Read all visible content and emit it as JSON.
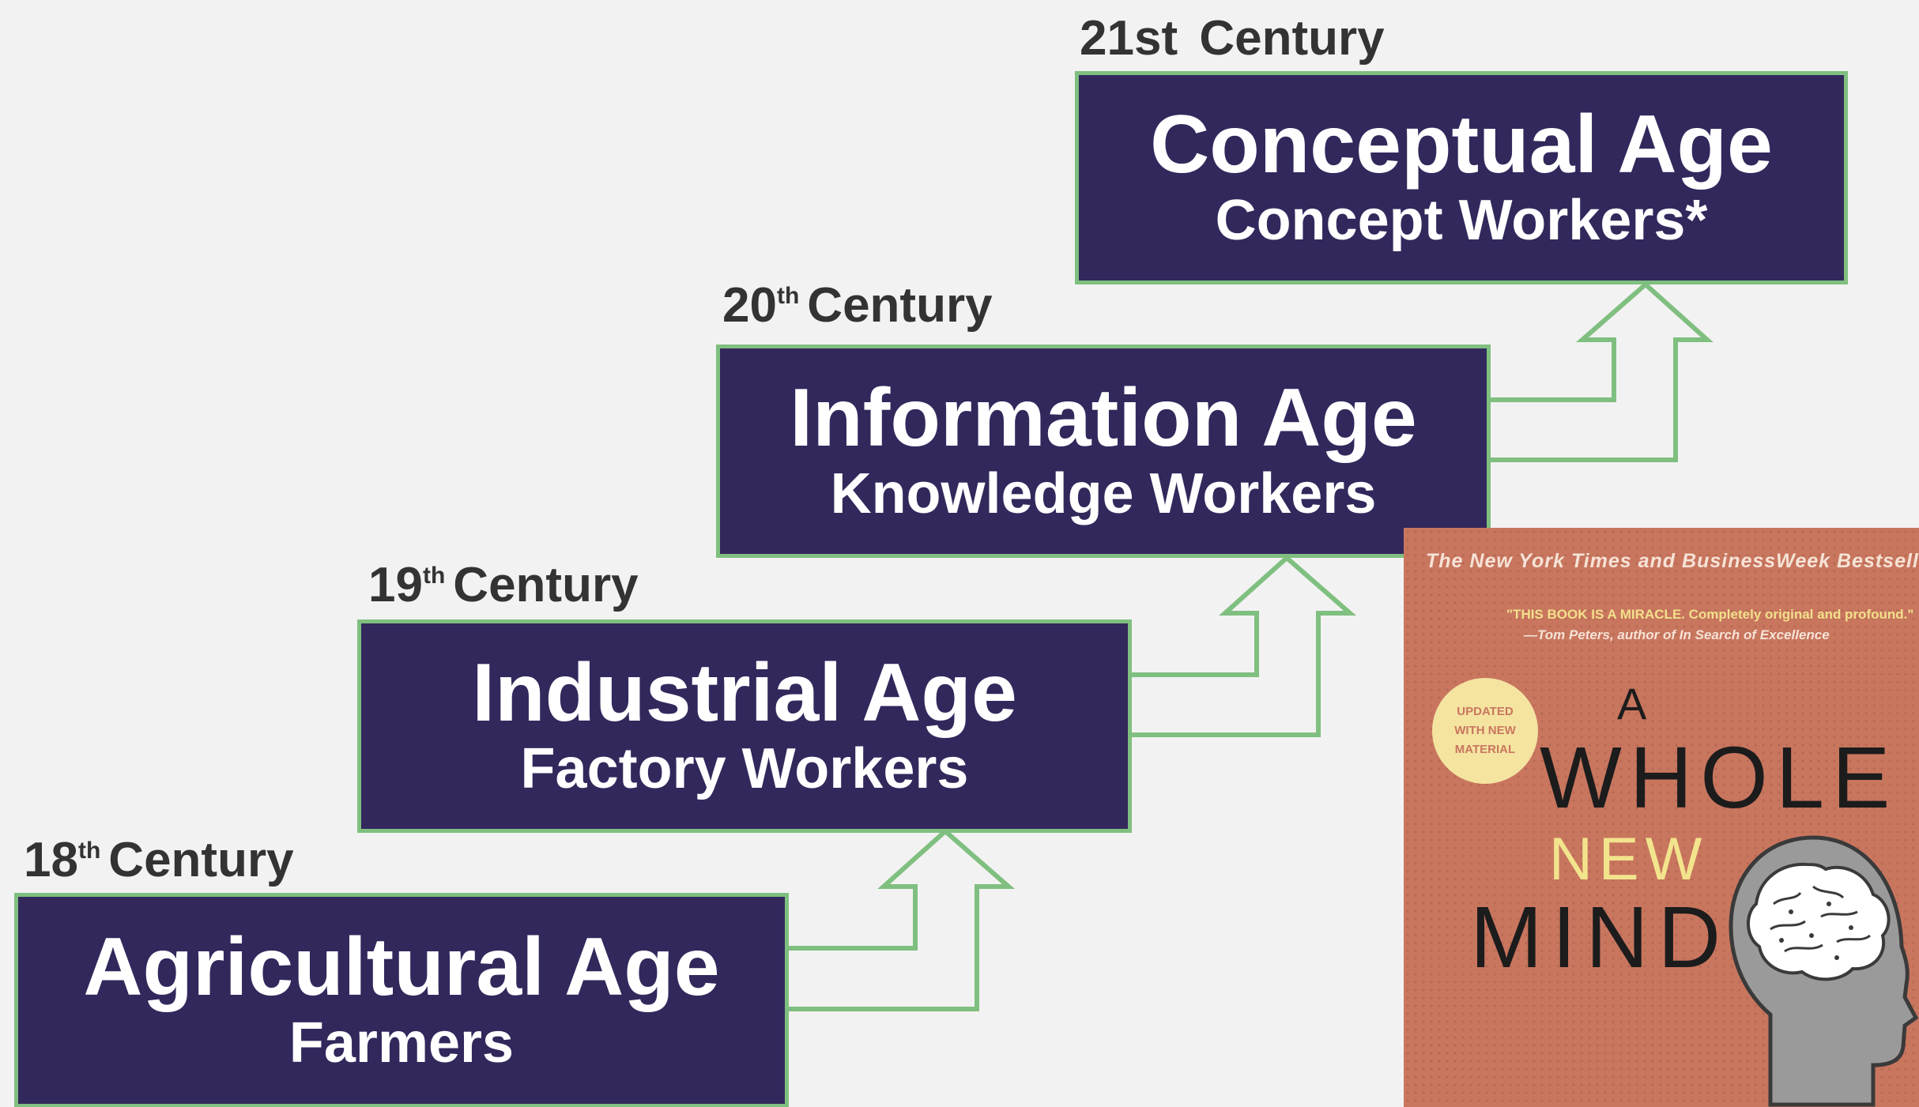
{
  "stages": [
    {
      "century_num": "18",
      "century_suffix": "th",
      "century_word": "Century",
      "age": "Agricultural Age",
      "workers": "Farmers"
    },
    {
      "century_num": "19",
      "century_suffix": "th",
      "century_word": "Century",
      "age": "Industrial Age",
      "workers": "Factory Workers"
    },
    {
      "century_num": "20",
      "century_suffix": "th",
      "century_word": "Century",
      "age": "Information Age",
      "workers": "Knowledge Workers"
    },
    {
      "century_num": "21st",
      "century_suffix": "",
      "century_word": "Century",
      "age": "Conceptual Age",
      "workers": "Concept Workers*"
    }
  ],
  "colors": {
    "box_fill": "#33285c",
    "box_border": "#7fbf7f",
    "arrow_stroke": "#7fbf7f",
    "background": "#f2f2f2",
    "book_cover": "#c9765f"
  },
  "book": {
    "top_line": "The New York Times and BusinessWeek Bestseller",
    "quote": "\"THIS BOOK IS A MIRACLE. Completely original and profound.\"",
    "quote_author": "—Tom Peters, author of In Search of Excellence",
    "badge": "UPDATED\nWITH NEW\nMATERIAL",
    "title_a": "A",
    "title_whole": "WHOLE",
    "title_new": "NEW",
    "title_mind": "MIND",
    "icon": "head-with-brain-icon"
  }
}
